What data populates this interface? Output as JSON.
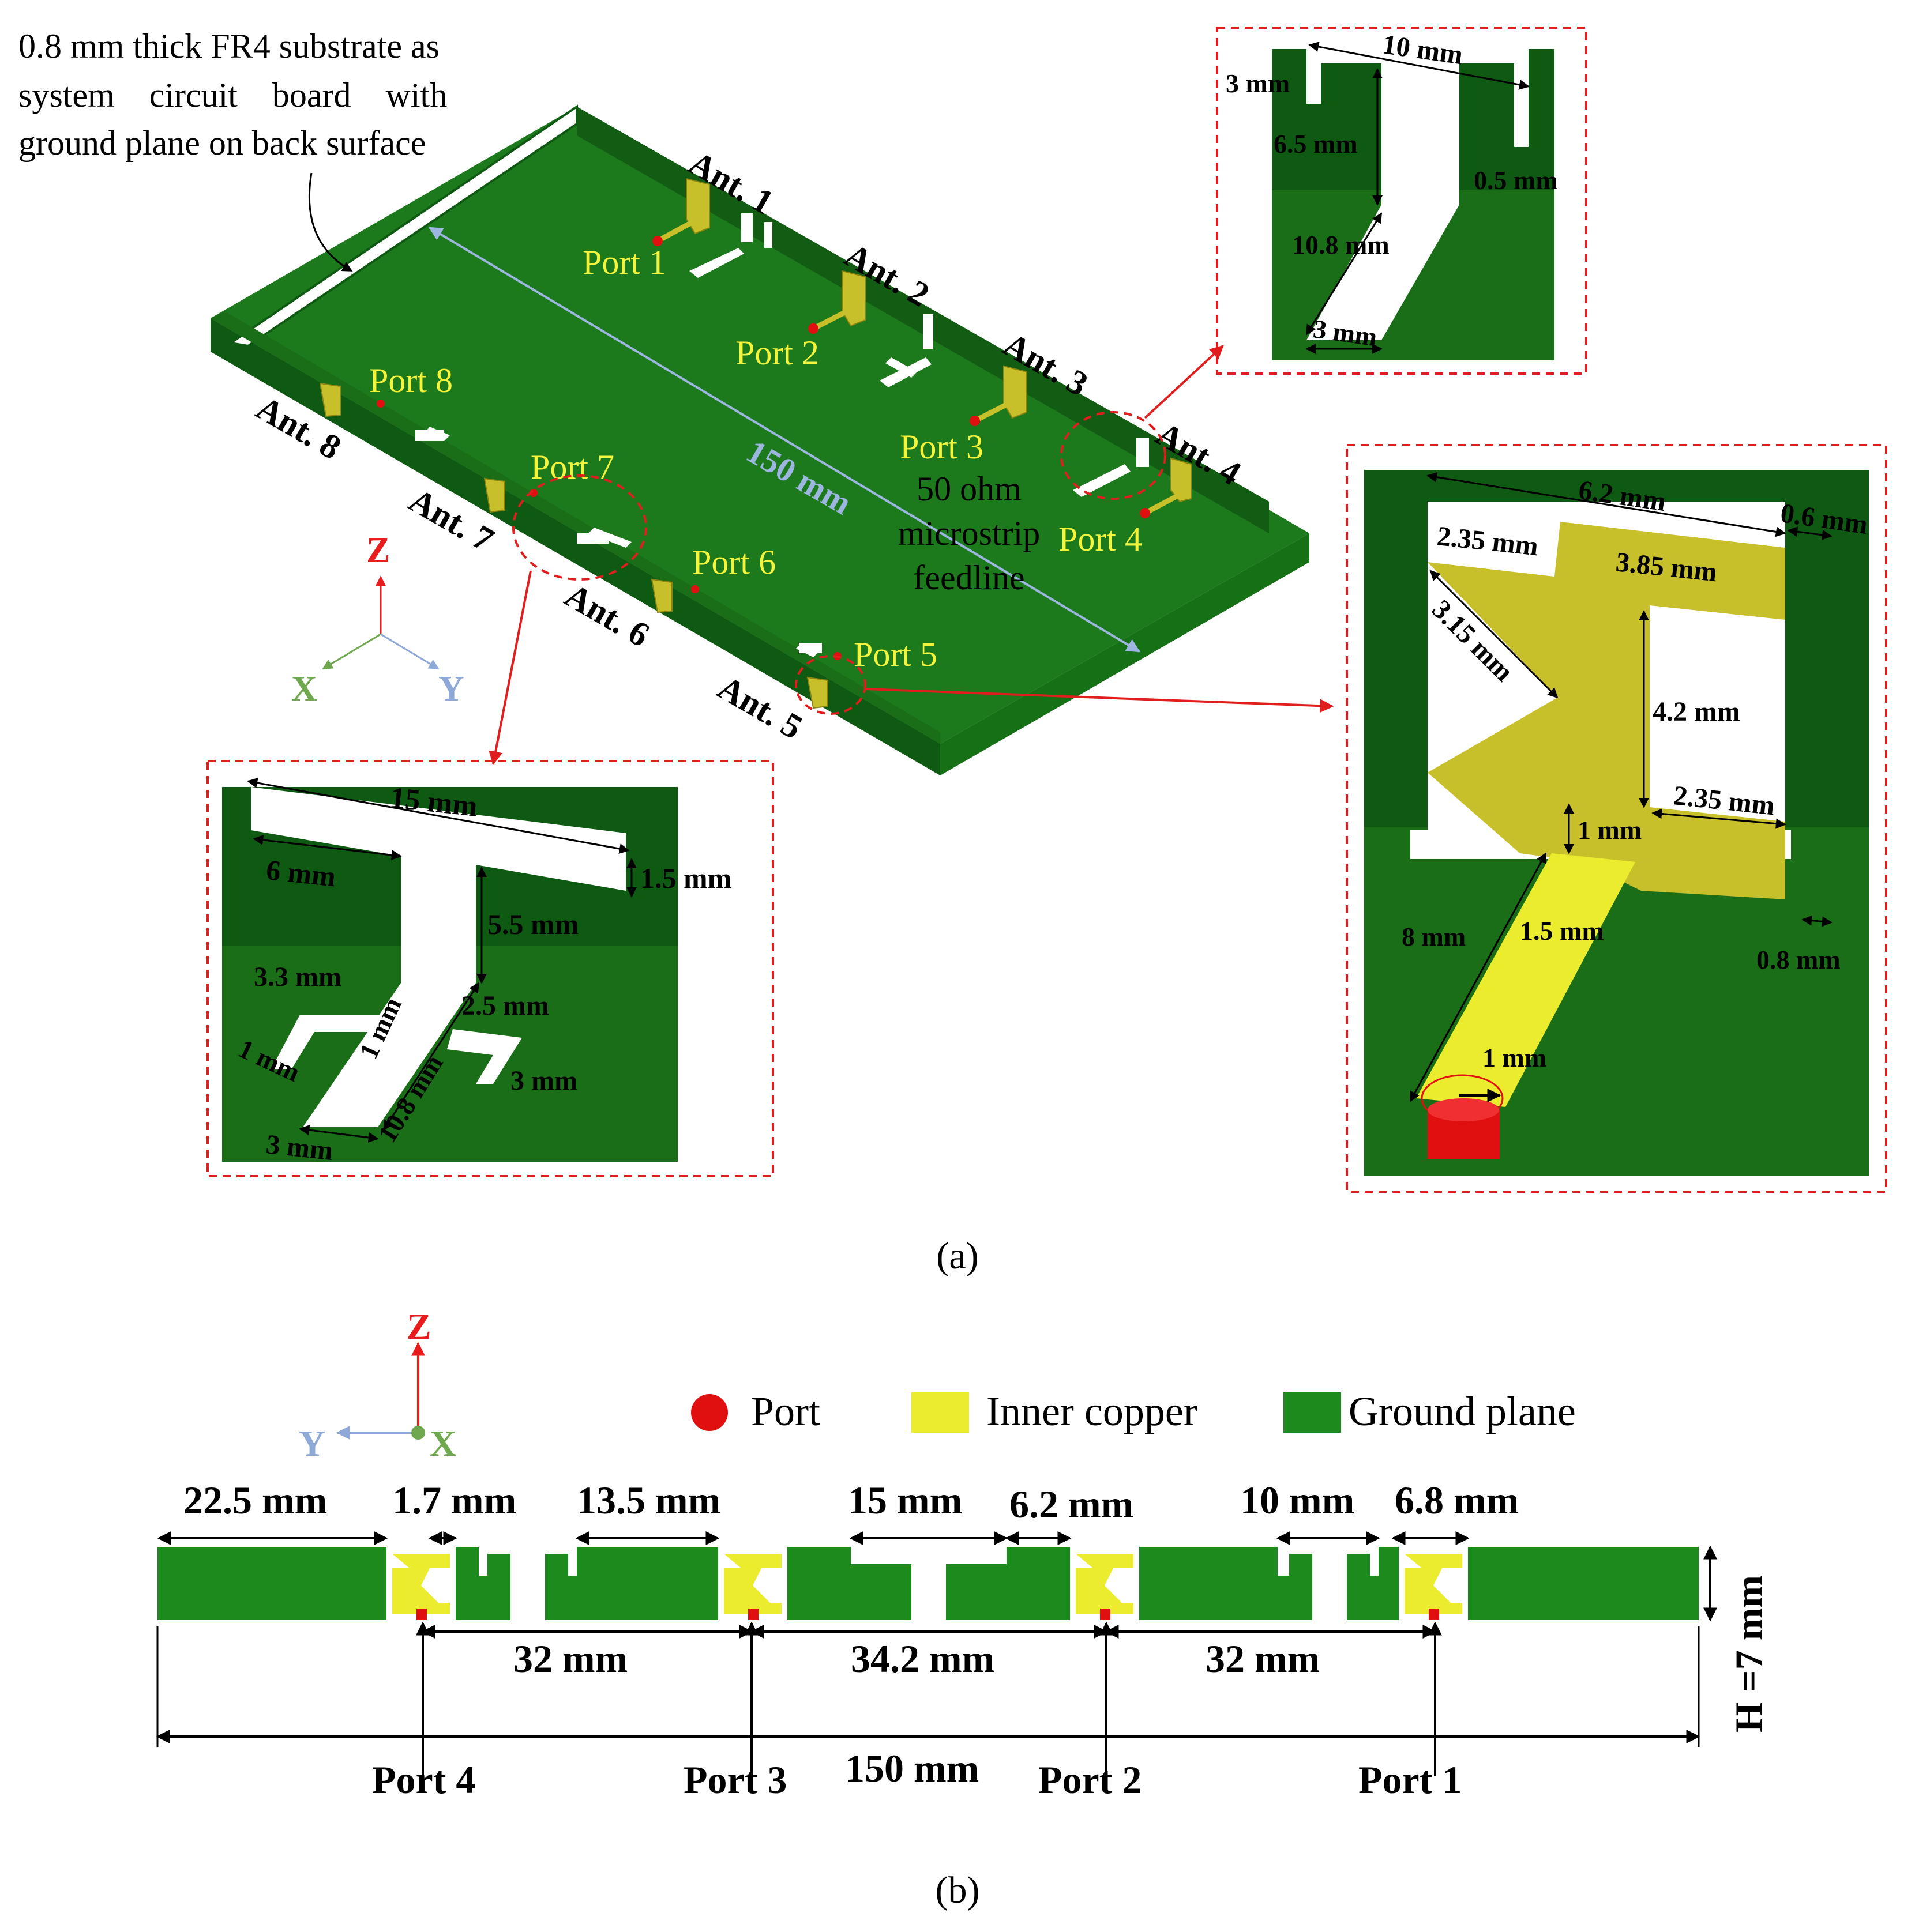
{
  "colors": {
    "ground": "#1c7a1c",
    "ground_dark": "#0f5a12",
    "ground_mid": "#167015",
    "copper": "#c8c02a",
    "copper_bright": "#ecec2e",
    "port": "#e01010",
    "callout": "#e01e1e",
    "yellow_text": "#f4f43c",
    "dim_blue": "#9db6e0",
    "axis_x": "#6fa84f",
    "axis_y": "#8ea9d8",
    "axis_z": "#e81c1c"
  },
  "panel_a": {
    "substrate_note": [
      "0.8 mm thick FR4 substrate as",
      "system    circuit    board    with",
      "ground plane on back surface"
    ],
    "length_label": "150 mm",
    "antennas": [
      "Ant. 1",
      "Ant. 2",
      "Ant. 3",
      "Ant. 4",
      "Ant. 5",
      "Ant. 6",
      "Ant. 7",
      "Ant. 8"
    ],
    "ports": [
      "Port 1",
      "Port 2",
      "Port 3",
      "Port 4",
      "Port 5",
      "Port 6",
      "Port 7",
      "Port 8"
    ],
    "feedline_note": [
      "50 ohm",
      "microstrip",
      "feedline"
    ],
    "axes": {
      "z": "Z",
      "x": "X",
      "y": "Y"
    },
    "caption": "(a)",
    "inset_top": {
      "d1": "10 mm",
      "d2": "3 mm",
      "d3": "6.5 mm",
      "d4": "0.5 mm",
      "d5": "10.8 mm",
      "d6": "3 mm"
    },
    "inset_left": {
      "d1": "15 mm",
      "d2": "6 mm",
      "d3": "1.5 mm",
      "d4": "5.5 mm",
      "d5": "3.3 mm",
      "d6": "2.5 mm",
      "d7": "1 mm",
      "d8": "1 mm",
      "d9": "10.8 mm",
      "d10": "3 mm",
      "d11": "3 mm"
    },
    "inset_right": {
      "d1": "6.2 mm",
      "d2": "0.6 mm",
      "d3": "2.35 mm",
      "d4": "3.85 mm",
      "d5": "3.15 mm",
      "d6": "4.2 mm",
      "d7": "2.35 mm",
      "d8": "1 mm",
      "d9": "8 mm",
      "d10": "1.5 mm",
      "d11": "0.8 mm",
      "d12": "1 mm"
    }
  },
  "panel_b": {
    "axes": {
      "z": "Z",
      "y": "Y",
      "x": "X"
    },
    "legend": {
      "port": "Port",
      "copper": "Inner copper",
      "ground": "Ground plane"
    },
    "top_dims": [
      "22.5 mm",
      "1.7 mm",
      "13.5 mm",
      "15 mm",
      "6.2 mm",
      "10 mm",
      "6.8 mm"
    ],
    "spacing": [
      "32 mm",
      "34.2 mm",
      "32 mm"
    ],
    "total": "150 mm",
    "height": "H =7 mm",
    "ports": [
      "Port 4",
      "Port 3",
      "Port 2",
      "Port 1"
    ],
    "caption": "(b)"
  }
}
